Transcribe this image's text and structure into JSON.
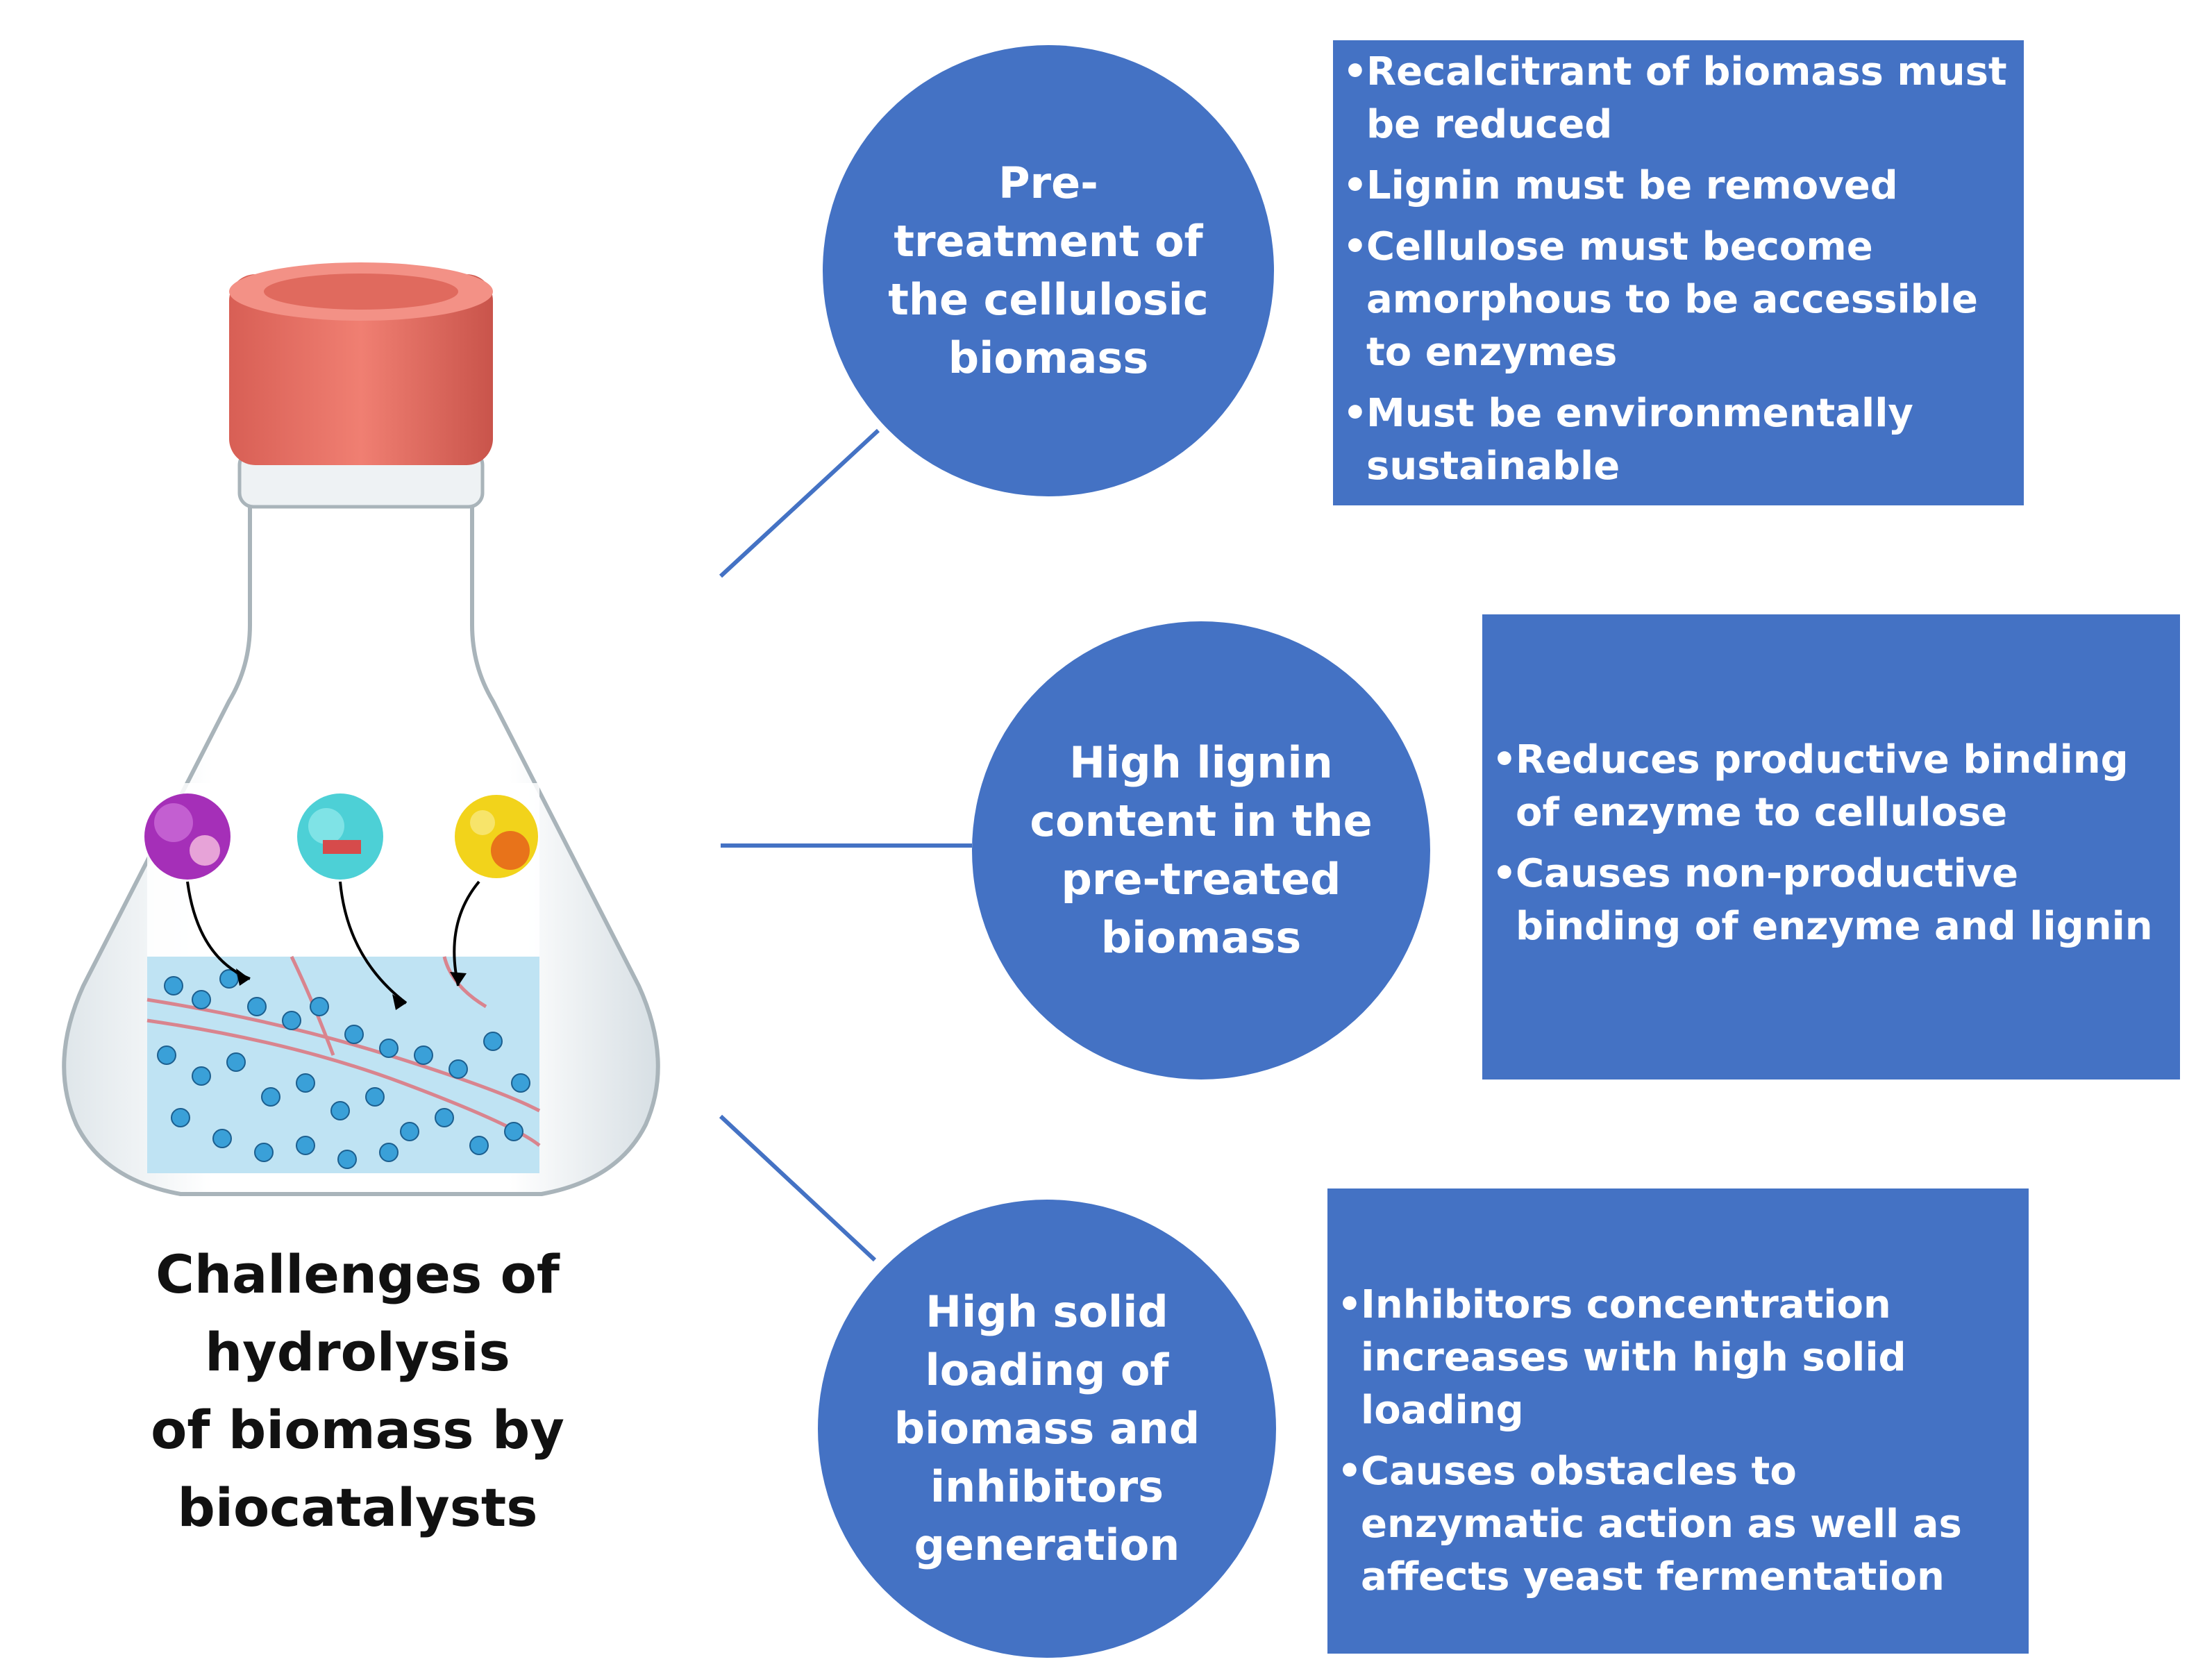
{
  "caption": "Challenges of hydrolysis\nof biomass by\nbiocatalysts",
  "colors": {
    "node_fill": "#4472C4",
    "text": "#ffffff",
    "cap": "#F07F72",
    "enzyme_purple": "#A52FB8",
    "enzyme_cyan": "#4DD0D6",
    "enzyme_yellow": "#F2D31B",
    "biomass_bg": "#BFE3F3"
  },
  "challenges": [
    {
      "label": "Pre-\ntreatment of\nthe cellulosic\nbiomass",
      "points": [
        "Recalcitrant of biomass must be reduced",
        "Lignin must be removed",
        "Cellulose must become amorphous to be accessible to enzymes",
        "Must be environmentally sustainable"
      ]
    },
    {
      "label": "High lignin\ncontent in the\npre-treated\nbiomass",
      "points": [
        "Reduces productive binding of enzyme to cellulose",
        "Causes non-productive binding of enzyme and lignin"
      ]
    },
    {
      "label": "High solid\nloading of\nbiomass and\ninhibitors\ngeneration",
      "points": [
        "Inhibitors concentration increases with high solid loading",
        "Causes obstacles to enzymatic action as well as affects yeast fermentation"
      ]
    }
  ]
}
